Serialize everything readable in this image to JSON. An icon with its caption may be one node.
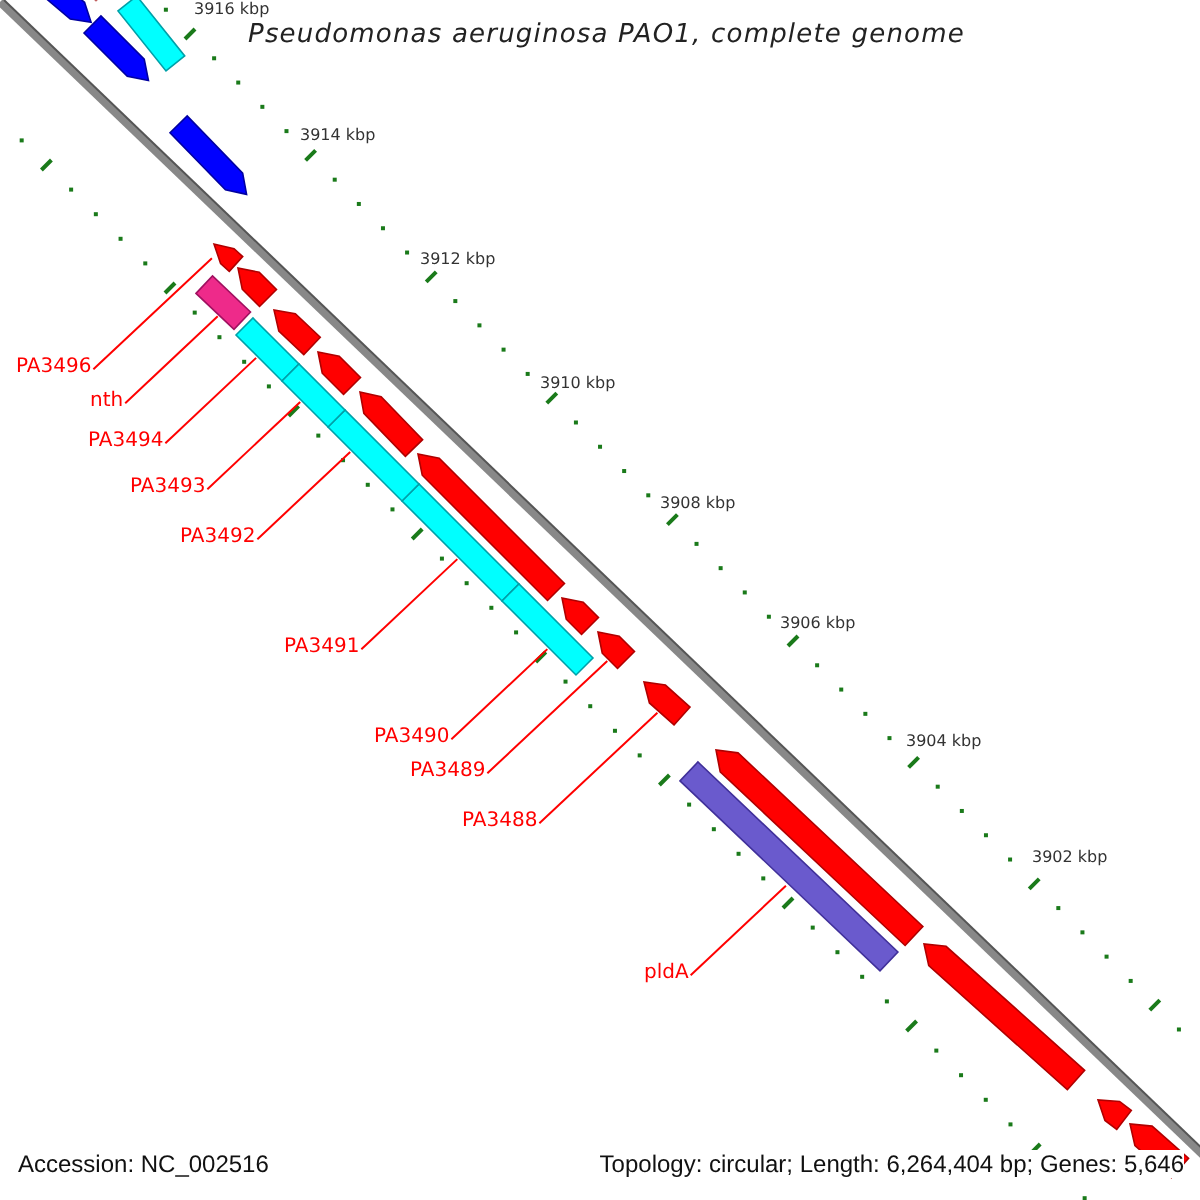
{
  "diagram": {
    "title": "Pseudomonas aeruginosa PAO1, complete genome",
    "nodes": [
      {
        "text": [
          "PA3496"
        ]
      },
      {
        "text": [
          "nth"
        ]
      },
      {
        "text": [
          "PA3494"
        ]
      },
      {
        "text": [
          "PA3493"
        ]
      },
      {
        "text": [
          "PA3492"
        ]
      },
      {
        "text": [
          "PA3491"
        ]
      },
      {
        "text": [
          "PA3490"
        ]
      },
      {
        "text": [
          "PA3489"
        ]
      },
      {
        "text": [
          "PA3488"
        ]
      },
      {
        "text": [
          "pldA"
        ]
      },
      {
        "text": [],
        "shape": "arrow"
      },
      {
        "text": [],
        "shape": "bar"
      },
      {
        "text": [],
        "shape": "bar"
      },
      {
        "text": [],
        "shape": "bar"
      },
      {
        "text": [],
        "shape": "bar"
      },
      {
        "text": [],
        "shape": "bar"
      },
      {
        "text": [],
        "shape": "bar"
      },
      {
        "text": [],
        "shape": "arrow"
      },
      {
        "text": [],
        "shape": "arrow"
      },
      {
        "text": [],
        "shape": "bar"
      },
      {
        "text": [],
        "shape": "arrow"
      },
      {
        "text": [],
        "shape": "bar"
      },
      {
        "text": [],
        "shape": "bar"
      },
      {
        "text": [],
        "shape": "arrow"
      },
      {
        "text": [],
        "shape": "arrow"
      },
      {
        "text": [],
        "shape": "arrow"
      },
      {
        "text": [],
        "shape": "arrow"
      },
      {
        "text": [],
        "shape": "arrow"
      },
      {
        "text": [],
        "shape": "arrow"
      },
      {
        "text": [],
        "shape": "arrow"
      },
      {
        "text": [],
        "shape": "arrow"
      },
      {
        "text": [],
        "shape": "arrow"
      },
      {
        "text": [],
        "shape": "arrow"
      },
      {
        "text": [],
        "shape": "arrow"
      },
      {
        "text": [],
        "shape": "arrow"
      }
    ],
    "edges": [
      {
        "from": 0,
        "to": 10,
        "arrow": "none"
      },
      {
        "from": 1,
        "to": 11,
        "arrow": "none"
      },
      {
        "from": 2,
        "to": 12,
        "arrow": "none"
      },
      {
        "from": 3,
        "to": 13,
        "arrow": "none"
      },
      {
        "from": 4,
        "to": 14,
        "arrow": "none"
      },
      {
        "from": 5,
        "to": 15,
        "arrow": "none"
      },
      {
        "from": 6,
        "to": 16,
        "arrow": "none"
      },
      {
        "from": 7,
        "to": 17,
        "arrow": "none"
      },
      {
        "from": 8,
        "to": 18,
        "arrow": "none"
      },
      {
        "from": 9,
        "to": 19,
        "arrow": "none"
      }
    ],
    "labels": [
      "3916 kbp",
      "3914 kbp",
      "3912 kbp",
      "3910 kbp",
      "3908 kbp",
      "3906 kbp",
      "3904 kbp",
      "3902 kbp",
      "Accession: NC_002516",
      "Topology: circular; Length: 6,264,404 bp; Genes: 5,646"
    ]
  }
}
